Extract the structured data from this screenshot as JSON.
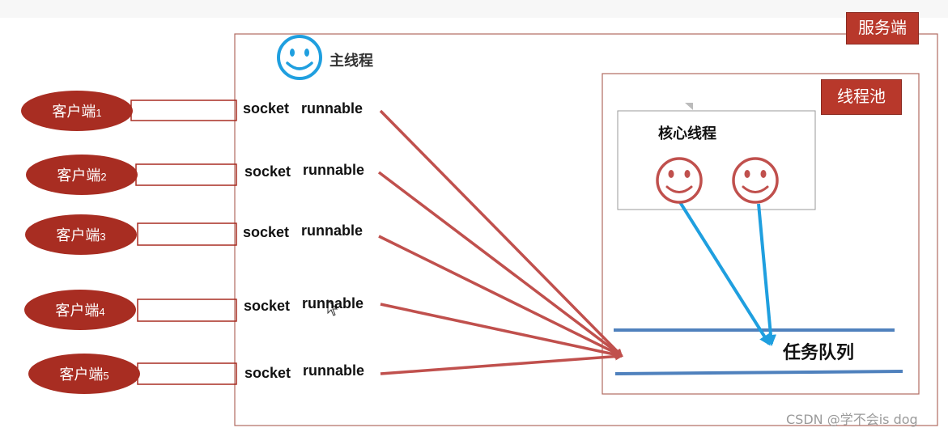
{
  "server": {
    "tag": "服务端"
  },
  "main_thread": {
    "label": "主线程"
  },
  "pool": {
    "tag": "线程池",
    "core_label": "核心线程"
  },
  "queue": {
    "label": "任务队列"
  },
  "clients": [
    {
      "name": "客户端",
      "num": "1",
      "socket": "socket",
      "runnable": "runnable"
    },
    {
      "name": "客户端",
      "num": "2",
      "socket": "socket",
      "runnable": "runnable"
    },
    {
      "name": "客户端",
      "num": "3",
      "socket": "socket",
      "runnable": "runnable"
    },
    {
      "name": "客户端",
      "num": "4",
      "socket": "socket",
      "runnable": "runnable"
    },
    {
      "name": "客户端",
      "num": "5",
      "socket": "socket",
      "runnable": "runnable"
    }
  ],
  "watermark": "CSDN @学不会is dog",
  "colors": {
    "client_fill": "#a82d22",
    "arrow_red": "#c0504d",
    "arrow_blue": "#1f9fdf",
    "queue_line": "#4f81bd",
    "tag_fill": "#b8382b",
    "smiley_blue": "#1f9fdf",
    "smiley_red": "#c0504d"
  }
}
